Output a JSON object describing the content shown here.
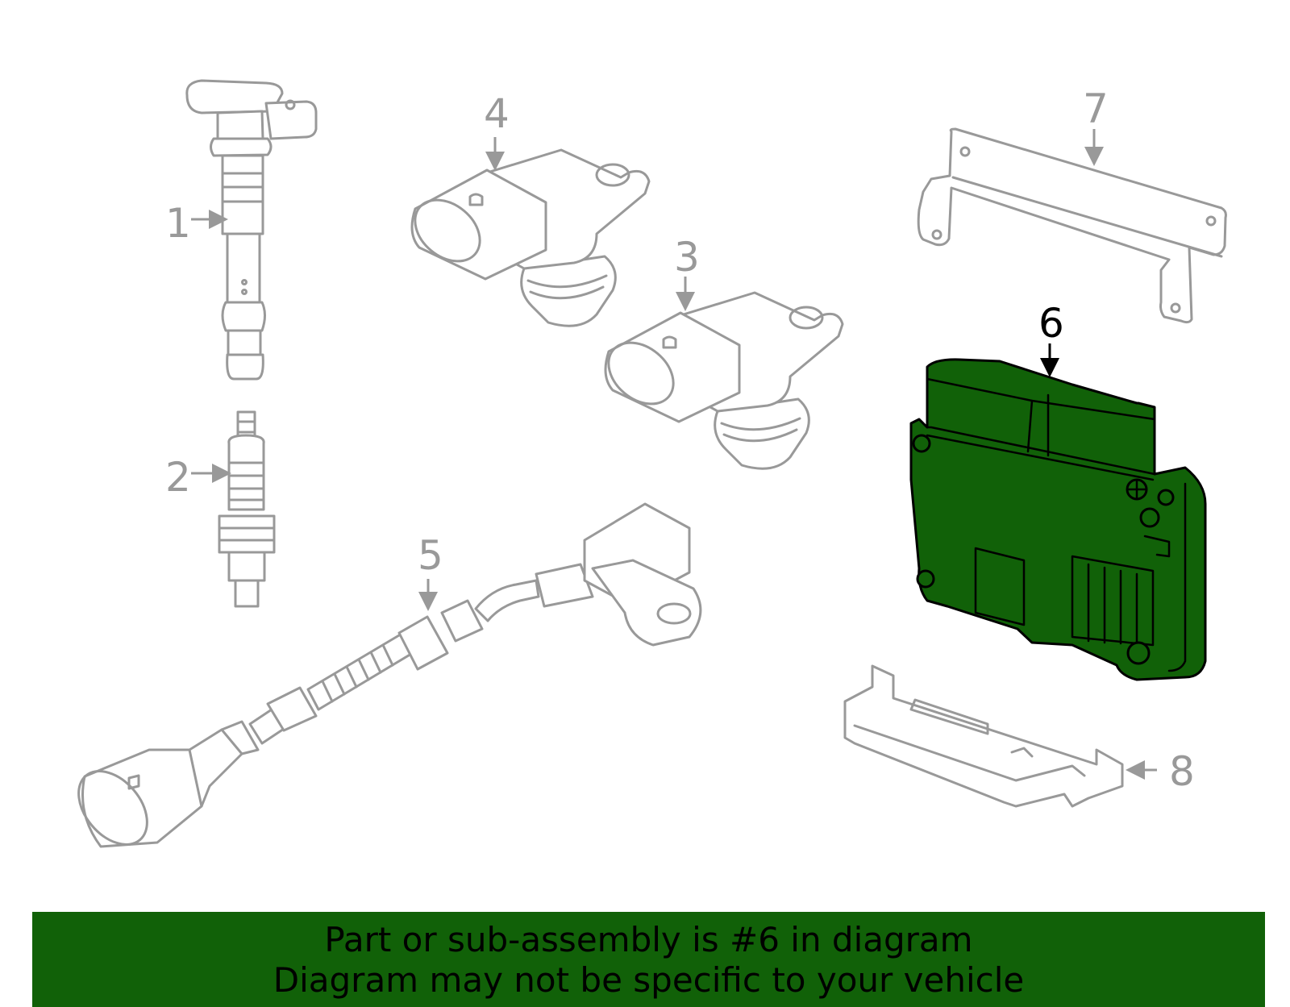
{
  "callouts": {
    "c1": "1",
    "c2": "2",
    "c3": "3",
    "c4": "4",
    "c5": "5",
    "c6": "6",
    "c7": "7",
    "c8": "8"
  },
  "highlighted_part": "6",
  "colors": {
    "highlight_fill": "#116108",
    "part_stroke": "#999999",
    "highlight_stroke": "#000000",
    "banner_bg": "#116108"
  },
  "banner": {
    "line1": "Part or sub-assembly is #6 in diagram",
    "line2": "Diagram may not be specific to your vehicle"
  }
}
